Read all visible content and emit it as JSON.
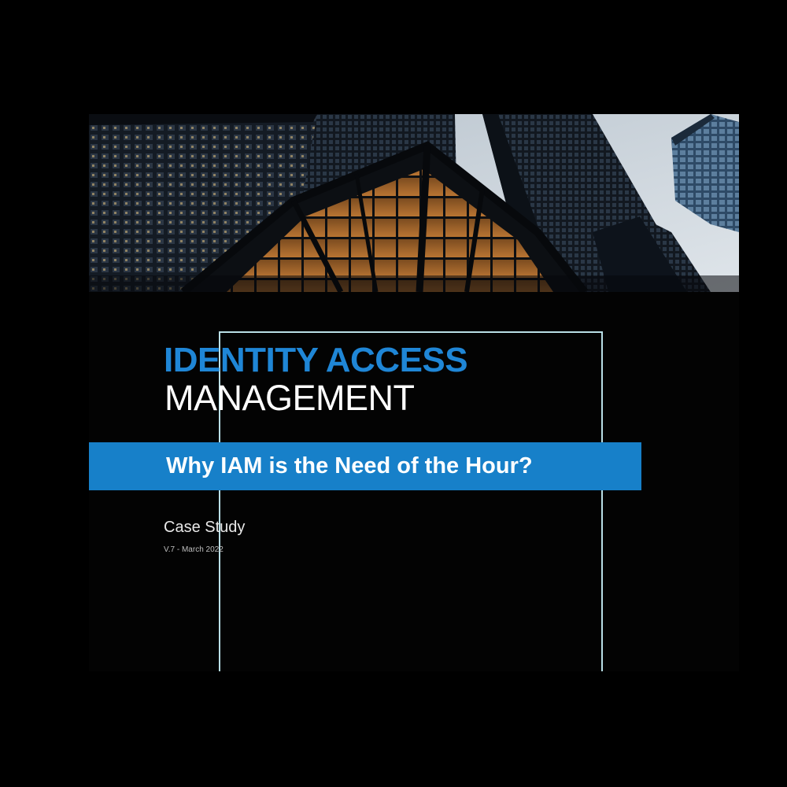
{
  "cover": {
    "title_line1": "IDENTITY ACCESS",
    "title_line2": "MANAGEMENT",
    "banner_text": "Why IAM is the Need of the Hour?",
    "document_type": "Case Study",
    "version": "V.7 - March 2022"
  },
  "header_image": {
    "subject": "skyscrapers-looking-up"
  },
  "colors": {
    "accent_blue": "#1f86d6",
    "banner_blue": "#1780c9",
    "frame": "#b9dfe6",
    "background": "#000000"
  }
}
